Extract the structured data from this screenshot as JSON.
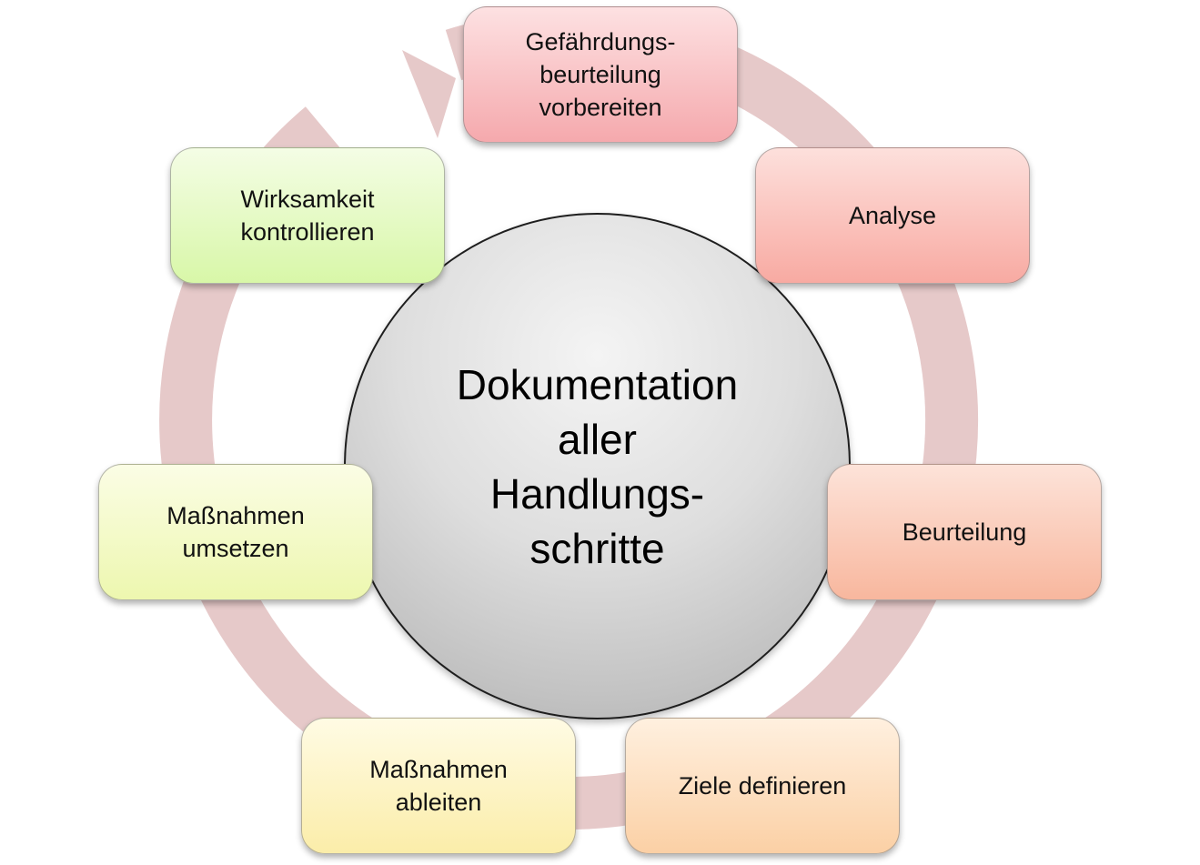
{
  "center": {
    "text": "Dokumentation\naller\nHandlungs-\nschritte"
  },
  "steps": [
    {
      "label": "Gefährdungs-\nbeurteilung\nvorbereiten",
      "color_top": "#fde1e2",
      "color_bottom": "#f5a9ad"
    },
    {
      "label": "Analyse",
      "color_top": "#fde0dc",
      "color_bottom": "#f8aaa2"
    },
    {
      "label": "Beurteilung",
      "color_top": "#fde3d9",
      "color_bottom": "#f8b79e"
    },
    {
      "label": "Ziele definieren",
      "color_top": "#fff0df",
      "color_bottom": "#fbd0a5"
    },
    {
      "label": "Maßnahmen\nableiten",
      "color_top": "#fffbe4",
      "color_bottom": "#fbeda9"
    },
    {
      "label": "Maßnahmen\numsetzen",
      "color_top": "#fbfde5",
      "color_bottom": "#edf7af"
    },
    {
      "label": "Wirksamkeit\nkontrollieren",
      "color_top": "#f4fde5",
      "color_bottom": "#d8f7a8"
    }
  ],
  "ring_color": "#e6c9c9"
}
